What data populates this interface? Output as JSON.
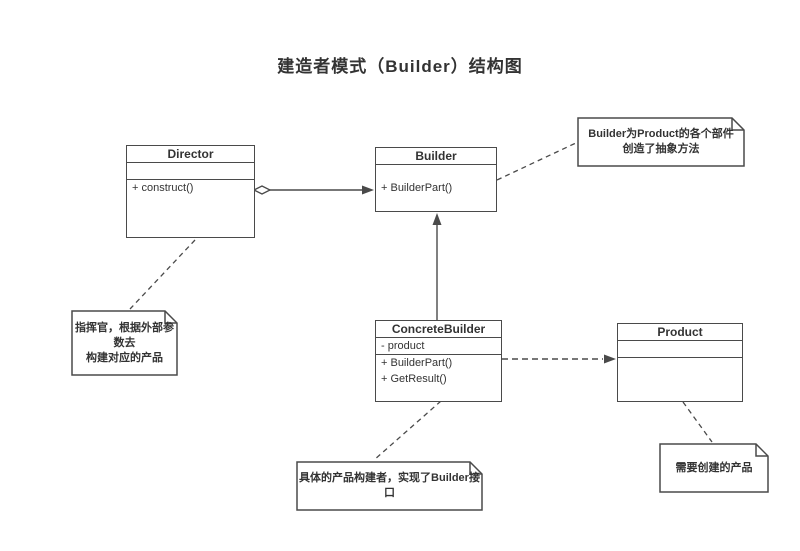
{
  "title": "建造者模式（Builder）结构图",
  "classes": {
    "director": {
      "name": "Director",
      "methods": [
        "+ construct()"
      ]
    },
    "builder": {
      "name": "Builder",
      "methods": [
        "+ BuilderPart()"
      ]
    },
    "concrete_builder": {
      "name": "ConcreteBuilder",
      "attributes": [
        "- product"
      ],
      "methods": [
        "+ BuilderPart()",
        "+ GetResult()"
      ]
    },
    "product": {
      "name": "Product"
    }
  },
  "notes": {
    "builder_note": {
      "line1": "Builder为Product的各个部件",
      "line2": "创造了抽象方法"
    },
    "director_note": {
      "line1": "指挥官，根据外部参数去",
      "line2": "构建对应的产品"
    },
    "concrete_builder_note": {
      "line1": "具体的产品构建者，实现了Builder接口"
    },
    "product_note": {
      "line1": "需要创建的产品"
    }
  },
  "colors": {
    "line": "#4a4a4a",
    "text": "#333333",
    "background": "#ffffff"
  }
}
